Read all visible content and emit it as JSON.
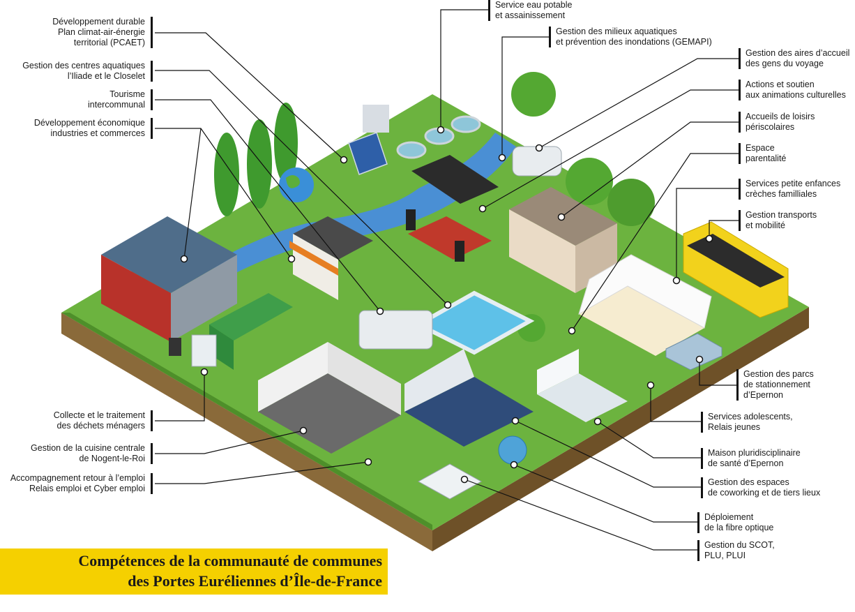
{
  "title": {
    "line1": "Compétences de la communauté de communes",
    "line2": "des Portes Euréliennes d’Île-de-France"
  },
  "labels_left": [
    {
      "id": "pcaet",
      "lines": [
        "Développement durable",
        "Plan climat-air-énergie",
        "territorial (PCAET)"
      ]
    },
    {
      "id": "aquatiques",
      "lines": [
        "Gestion des centres aquatiques",
        "l’Iliade et le Closelet"
      ]
    },
    {
      "id": "tourisme",
      "lines": [
        "Tourisme",
        "intercommunal"
      ]
    },
    {
      "id": "eco",
      "lines": [
        "Développement économique",
        "industries et commerces"
      ]
    },
    {
      "id": "dechets",
      "lines": [
        "Collecte et le traitement",
        "des déchets ménagers"
      ]
    },
    {
      "id": "cuisine",
      "lines": [
        "Gestion de la cuisine centrale",
        "de Nogent-le-Roi"
      ]
    },
    {
      "id": "emploi",
      "lines": [
        "Accompagnement retour à l’emploi",
        "Relais emploi et Cyber emploi"
      ]
    }
  ],
  "labels_right": [
    {
      "id": "eau",
      "lines": [
        "Service eau potable",
        "et assainissement"
      ]
    },
    {
      "id": "gemapi",
      "lines": [
        "Gestion des milieux aquatiques",
        "et prévention des inondations (GEMAPI)"
      ]
    },
    {
      "id": "voyage",
      "lines": [
        "Gestion des aires d’accueil",
        "des gens du voyage"
      ]
    },
    {
      "id": "culture",
      "lines": [
        "Actions et soutien",
        "aux animations culturelles"
      ]
    },
    {
      "id": "loisirs",
      "lines": [
        "Accueils de loisirs",
        "périscolaires"
      ]
    },
    {
      "id": "parentalite",
      "lines": [
        "Espace",
        "parentalité"
      ]
    },
    {
      "id": "petite-enfance",
      "lines": [
        "Services petite enfances",
        "crèches familliales"
      ]
    },
    {
      "id": "transports",
      "lines": [
        "Gestion transports",
        "et mobilité"
      ]
    },
    {
      "id": "stationnement",
      "lines": [
        "Gestion des parcs",
        "de stationnement",
        "d’Epernon"
      ]
    },
    {
      "id": "ados",
      "lines": [
        "Services adolescents,",
        "Relais jeunes"
      ]
    },
    {
      "id": "sante",
      "lines": [
        "Maison pluridisciplinaire",
        "de santé d’Epernon"
      ]
    },
    {
      "id": "coworking",
      "lines": [
        "Gestion des espaces",
        "de coworking et de tiers lieux"
      ]
    },
    {
      "id": "fibre",
      "lines": [
        "Déploiement",
        "de la fibre optique"
      ]
    },
    {
      "id": "scot",
      "lines": [
        "Gestion du SCOT,",
        "PLU, PLUI"
      ]
    }
  ],
  "colors": {
    "grass": "#6cb33f",
    "grass_dark": "#4e8f2a",
    "soil_left": "#8a6a3a",
    "soil_right": "#6e5128",
    "river": "#4a8fd4",
    "title_bg": "#f5d000",
    "bus": "#f2d21c"
  }
}
